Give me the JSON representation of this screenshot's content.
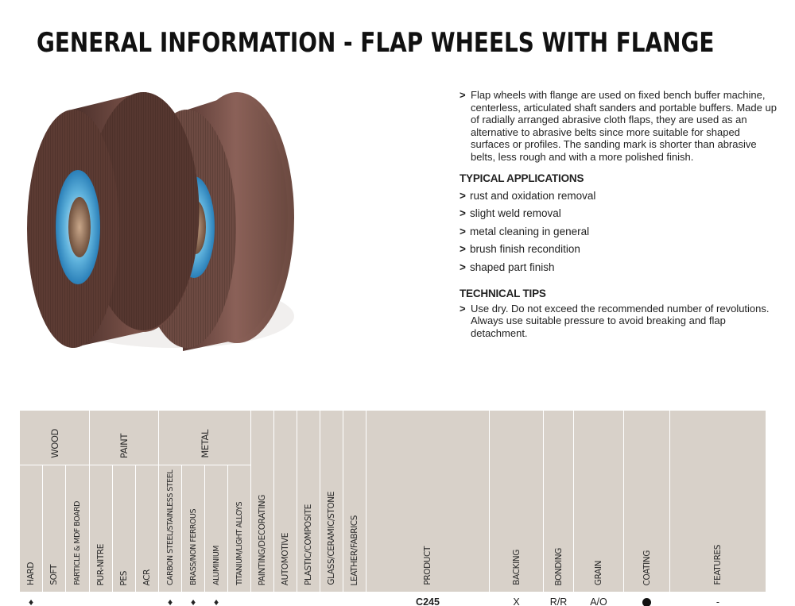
{
  "title": "GENERAL INFORMATION - FLAP WHEELS WITH FLANGE",
  "intro": {
    "marker": ">",
    "text": "Flap wheels with flange are used on fixed bench buffer machine, centerless, articulated shaft sanders and portable buffers. Made up of radially arranged abrasive cloth flaps, they are used as an alternative to abrasive belts since more suitable for shaped surfaces or profiles. The sanding mark is shorter than abrasive belts, less rough and with a more polished finish."
  },
  "typical_applications": {
    "heading": "TYPICAL APPLICATIONS",
    "items": [
      "rust and oxidation removal",
      "slight weld removal",
      "metal cleaning in general",
      "brush finish recondition",
      "shaped part finish"
    ]
  },
  "technical_tips": {
    "heading": "TECHNICAL TIPS",
    "items": [
      "Use dry. Do not exceed the recommended number of revolutions. Always use suitable pressure to avoid breaking and flap detachment."
    ]
  },
  "table": {
    "groups": {
      "wood": "WOOD",
      "paint": "PAINT",
      "metal": "METAL"
    },
    "wood_cols": [
      "HARD",
      "SOFT",
      "PARTICLE & MDF BOARD"
    ],
    "paint_cols": [
      "PUR-NITRE",
      "PES",
      "ACR"
    ],
    "metal_cols": [
      "CARBON STEEL/STAINLESS STEEL",
      "BRASS/NON FERROUS",
      "ALUMINIUM",
      "TITANIUM/LIGHT ALLOYS"
    ],
    "single_cols": [
      "PAINTING/DECORATING",
      "AUTOMOTIVE",
      "PLASTIC/COMPOSITE",
      "GLASS/CERAMIC/STONE",
      "LEATHER/FABRICS",
      "PRODUCT",
      "BACKING",
      "BONDING",
      "GRAIN",
      "COATING",
      "FEATURES"
    ],
    "row": {
      "hard": "♦",
      "carbon": "♦",
      "brass": "♦",
      "aluminium": "♦",
      "product": "C245",
      "backing": "X",
      "bonding": "R/R",
      "grain": "A/O",
      "coating": "closed-coat-dot-icon",
      "features": "-"
    }
  }
}
